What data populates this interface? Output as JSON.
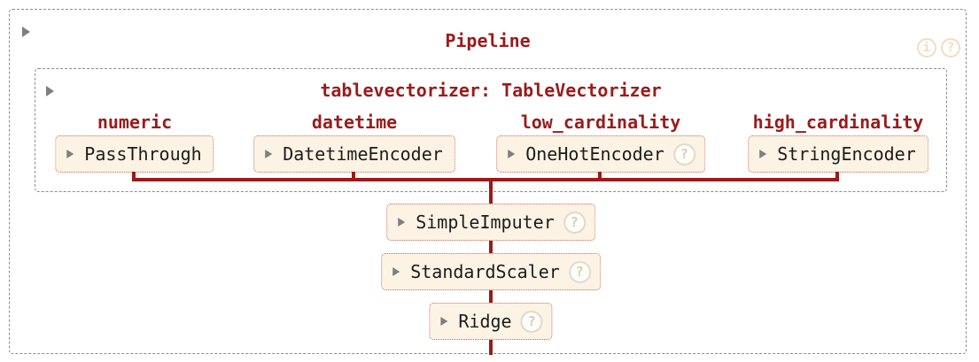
{
  "icons": {
    "info_glyph": "i",
    "help_glyph": "?"
  },
  "pipeline": {
    "title": "Pipeline",
    "tablevectorizer": {
      "title": "tablevectorizer: TableVectorizer",
      "columns": [
        {
          "header": "numeric",
          "estimator": "PassThrough",
          "has_help": false
        },
        {
          "header": "datetime",
          "estimator": "DatetimeEncoder",
          "has_help": false
        },
        {
          "header": "low_cardinality",
          "estimator": "OneHotEncoder",
          "has_help": true
        },
        {
          "header": "high_cardinality",
          "estimator": "StringEncoder",
          "has_help": false
        }
      ]
    },
    "steps": [
      {
        "label": "SimpleImputer",
        "has_help": true
      },
      {
        "label": "StandardScaler",
        "has_help": true
      },
      {
        "label": "Ridge",
        "has_help": true
      }
    ]
  },
  "colors": {
    "title_red": "#9b1b1b",
    "connector_red": "#9b1a1a",
    "box_bg": "#fcf3e4",
    "box_border": "#cc6b59",
    "container_border": "#8c8c8c",
    "triangle_gray": "#7f7f7f",
    "label_text": "#1c1c1c",
    "help_border": "#e0dacd",
    "help_bg": "#fffdf8",
    "help_fg": "#d2ccc1",
    "doc_link": "#f2dcc2"
  }
}
